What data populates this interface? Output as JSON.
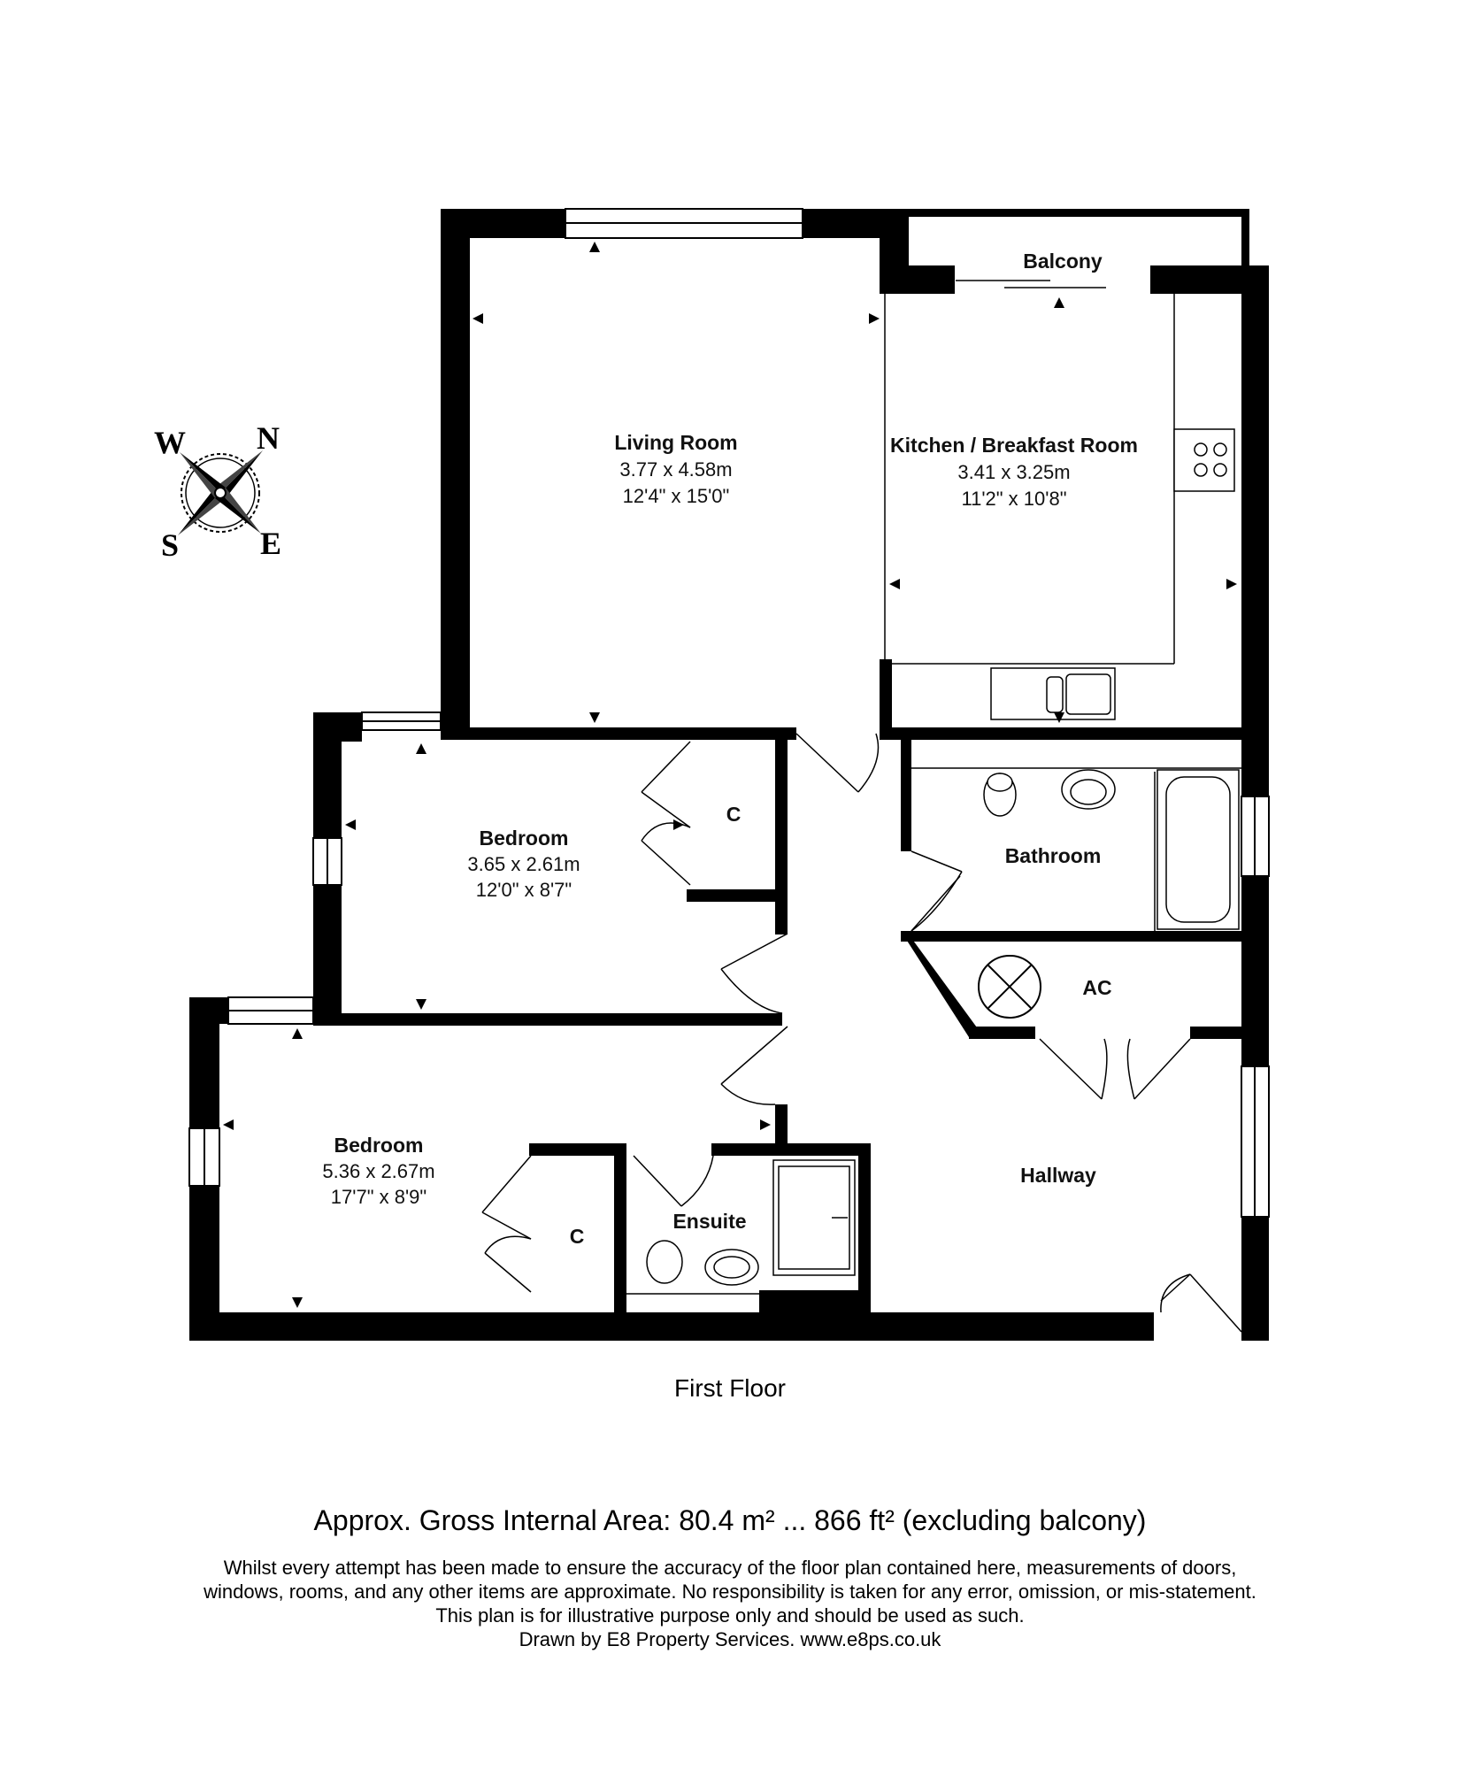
{
  "compass": {
    "n": "N",
    "s": "S",
    "e": "E",
    "w": "W"
  },
  "rooms": {
    "living": {
      "name": "Living Room",
      "metric": "3.77 x 4.58m",
      "imperial": "12'4\" x 15'0\""
    },
    "kitchen": {
      "name": "Kitchen / Breakfast Room",
      "metric": "3.41 x 3.25m",
      "imperial": "11'2\" x 10'8\""
    },
    "balcony": {
      "name": "Balcony"
    },
    "bedroom1": {
      "name": "Bedroom",
      "metric": "3.65 x 2.61m",
      "imperial": "12'0\" x 8'7\""
    },
    "bedroom2": {
      "name": "Bedroom",
      "metric": "5.36 x 2.67m",
      "imperial": "17'7\" x 8'9\""
    },
    "bathroom": {
      "name": "Bathroom"
    },
    "ac": {
      "name": "AC"
    },
    "hallway": {
      "name": "Hallway"
    },
    "ensuite": {
      "name": "Ensuite"
    },
    "cupboard1": {
      "name": "C"
    },
    "cupboard2": {
      "name": "C"
    }
  },
  "floor_name": "First Floor",
  "area": "Approx. Gross Internal Area: 80.4 m² ... 866 ft² (excluding balcony)",
  "disclaimer": [
    "Whilst every attempt has been made to ensure the accuracy of the floor plan contained here, measurements of doors,",
    "windows, rooms, and any other items are approximate. No responsibility is taken for any error, omission, or mis-statement.",
    "This plan is for illustrative purpose only and should be used as such.",
    "Drawn by E8 Property Services. www.e8ps.co.uk"
  ]
}
